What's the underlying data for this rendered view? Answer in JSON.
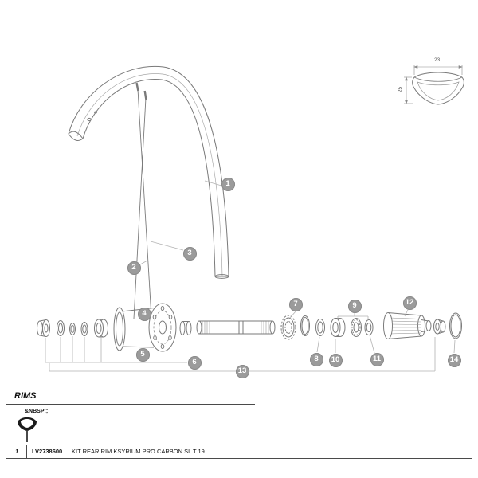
{
  "diagram": {
    "callouts": [
      "1",
      "2",
      "3",
      "4",
      "5",
      "6",
      "7",
      "8",
      "9",
      "10",
      "11",
      "12",
      "13",
      "14"
    ],
    "cross_section": {
      "width_label": "23",
      "height_label": "25"
    }
  },
  "parts_table": {
    "section_title": "RIMS",
    "group_label": "&NBSP;;",
    "rows": [
      {
        "item": "1",
        "ref": "LV2738600",
        "description": "KIT REAR RIM KSYRIUM PRO CARBON SL T 19"
      }
    ]
  }
}
